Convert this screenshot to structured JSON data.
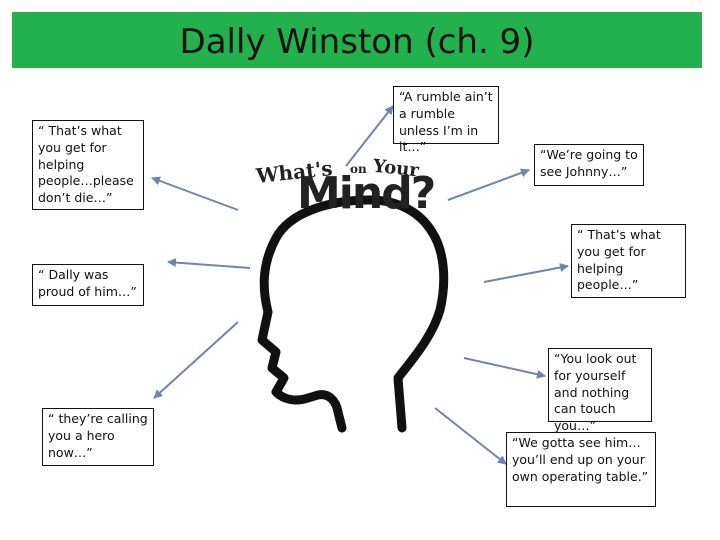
{
  "title": "Dally Winston (ch. 9)",
  "logo": {
    "what": "What's",
    "on": "on",
    "your": "Your",
    "mind": "Mind?"
  },
  "quotes": [
    "“ That’s what you get for helping people…please don’t die…”",
    "“ Dally was proud of him…”",
    "“ they’re calling you a hero now…”",
    "“A rumble ain’t a rumble unless I’m in it…”",
    "“We’re going to see Johnny…”",
    "“ That’s what you get for helping people…”",
    "“You look out for yourself and nothing can touch you…”",
    "“We gotta see him…you’ll end up on your own operating table.”"
  ],
  "colors": {
    "title_bar": "#23b14d",
    "arrow": "#6f86a8",
    "outline": "#111111"
  }
}
